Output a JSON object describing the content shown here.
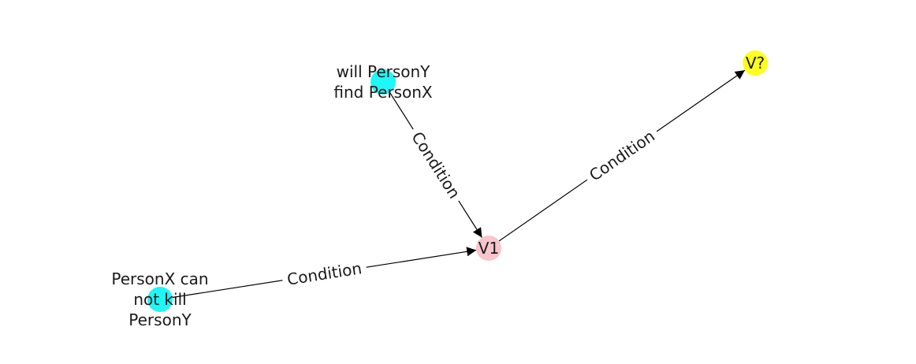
{
  "diagram": {
    "nodes": [
      {
        "id": "n_cond1",
        "label_lines": [
          "will PersonY",
          "find PersonX"
        ],
        "color": "#1ef6f7",
        "name": "node-will-persony-find-personx"
      },
      {
        "id": "n_v1",
        "label_lines": [
          "V1"
        ],
        "color": "#f9c4cc",
        "name": "node-v1"
      },
      {
        "id": "n_vq",
        "label_lines": [
          "V?"
        ],
        "color": "#ffff1f",
        "name": "node-v-question"
      },
      {
        "id": "n_cond2",
        "label_lines": [
          "PersonX can",
          "not kill",
          "PersonY"
        ],
        "color": "#1ef6f7",
        "name": "node-personx-can-not-kill-persony"
      }
    ],
    "edges": [
      {
        "from": "n_cond1",
        "to": "n_v1",
        "label": "Condition",
        "name": "edge-will-persony-to-v1"
      },
      {
        "from": "n_v1",
        "to": "n_vq",
        "label": "Condition",
        "name": "edge-v1-to-v-question"
      },
      {
        "from": "n_cond2",
        "to": "n_v1",
        "label": "Condition",
        "name": "edge-personx-to-v1"
      }
    ]
  }
}
